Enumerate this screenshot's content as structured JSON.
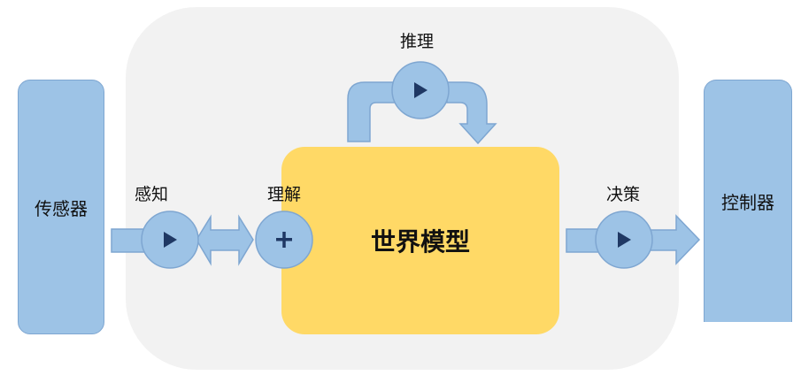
{
  "nodes": {
    "sensor": "传感器",
    "controller": "控制器",
    "world_model": "世界模型"
  },
  "stages": {
    "perceive": "感知",
    "understand": "理解",
    "reason": "推理",
    "decide": "决策"
  },
  "colors": {
    "blue_fill": "#9dc3e6",
    "blue_stroke": "#7ea6d1",
    "yellow_fill": "#ffd966",
    "panel_gray": "#f2f2f2",
    "play_icon": "#1f3864"
  },
  "icons": {
    "perceive_node": "play-icon",
    "understand_node": "plus-icon",
    "reason_node": "play-icon",
    "decide_node": "play-icon"
  }
}
